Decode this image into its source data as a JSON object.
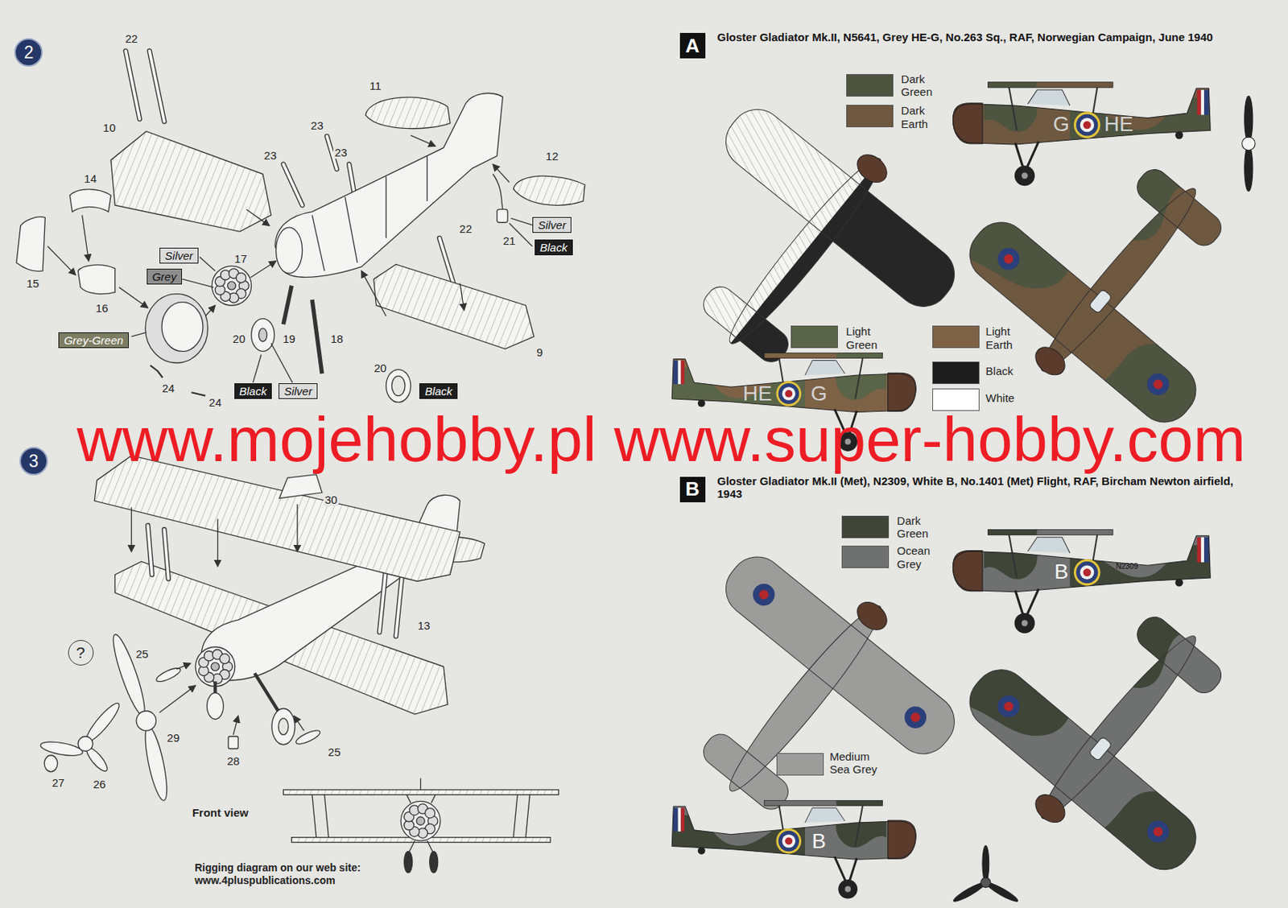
{
  "diagram": {
    "nodes": [
      {
        "text": [
          "2"
        ]
      },
      {
        "text": [
          "Silver"
        ]
      },
      {
        "text": [
          "Grey"
        ]
      },
      {
        "text": [
          "Grey-Green"
        ]
      },
      {
        "text": [
          "Silver"
        ]
      },
      {
        "text": [
          "Black"
        ]
      },
      {
        "text": [
          "Black"
        ]
      },
      {
        "text": [
          "Silver"
        ]
      },
      {
        "text": [
          "Black"
        ]
      },
      {
        "text": [
          "3"
        ]
      },
      {
        "text": [
          "?"
        ]
      },
      {
        "text": [
          "A",
          "Gloster Gladiator Mk.II, N5641, Grey HE-G, No.263 Sq., RAF, Norwegian Campaign, June 1940"
        ]
      },
      {
        "text": [
          "B",
          "Gloster Gladiator Mk.II (Met), N2309, White B, No.1401 (Met) Flight, RAF, Bircham Newton airfield, 1943"
        ]
      }
    ],
    "labels": [
      "22",
      "10",
      "11",
      "23",
      "23",
      "23",
      "14",
      "12",
      "15",
      "16",
      "17",
      "21",
      "20",
      "19",
      "18",
      "20",
      "9",
      "24",
      "24",
      "22",
      "30",
      "13",
      "25",
      "25",
      "29",
      "28",
      "27",
      "26",
      "Front view",
      "Rigging diagram on our web site: www.4pluspublications.com",
      "www.mojehobby.pl www.super-hobby.com",
      "G",
      "HE",
      "HE",
      "G",
      "B",
      "N2309",
      "B"
    ],
    "legend": [
      {
        "text": "Dark Green",
        "color": "#4d5440"
      },
      {
        "text": "Dark Earth",
        "color": "#6e5840"
      },
      {
        "text": "Light Green",
        "color": "#5a6448"
      },
      {
        "text": "Light Earth",
        "color": "#7e6246"
      },
      {
        "text": "Black",
        "color": "#1c1c1c"
      },
      {
        "text": "White",
        "color": "#ffffff"
      },
      {
        "text": "Dark Green",
        "color": "#3f4537"
      },
      {
        "text": "Ocean Grey",
        "color": "#6f7070"
      },
      {
        "text": "Medium Sea Grey",
        "color": "#9c9d9b"
      }
    ]
  }
}
